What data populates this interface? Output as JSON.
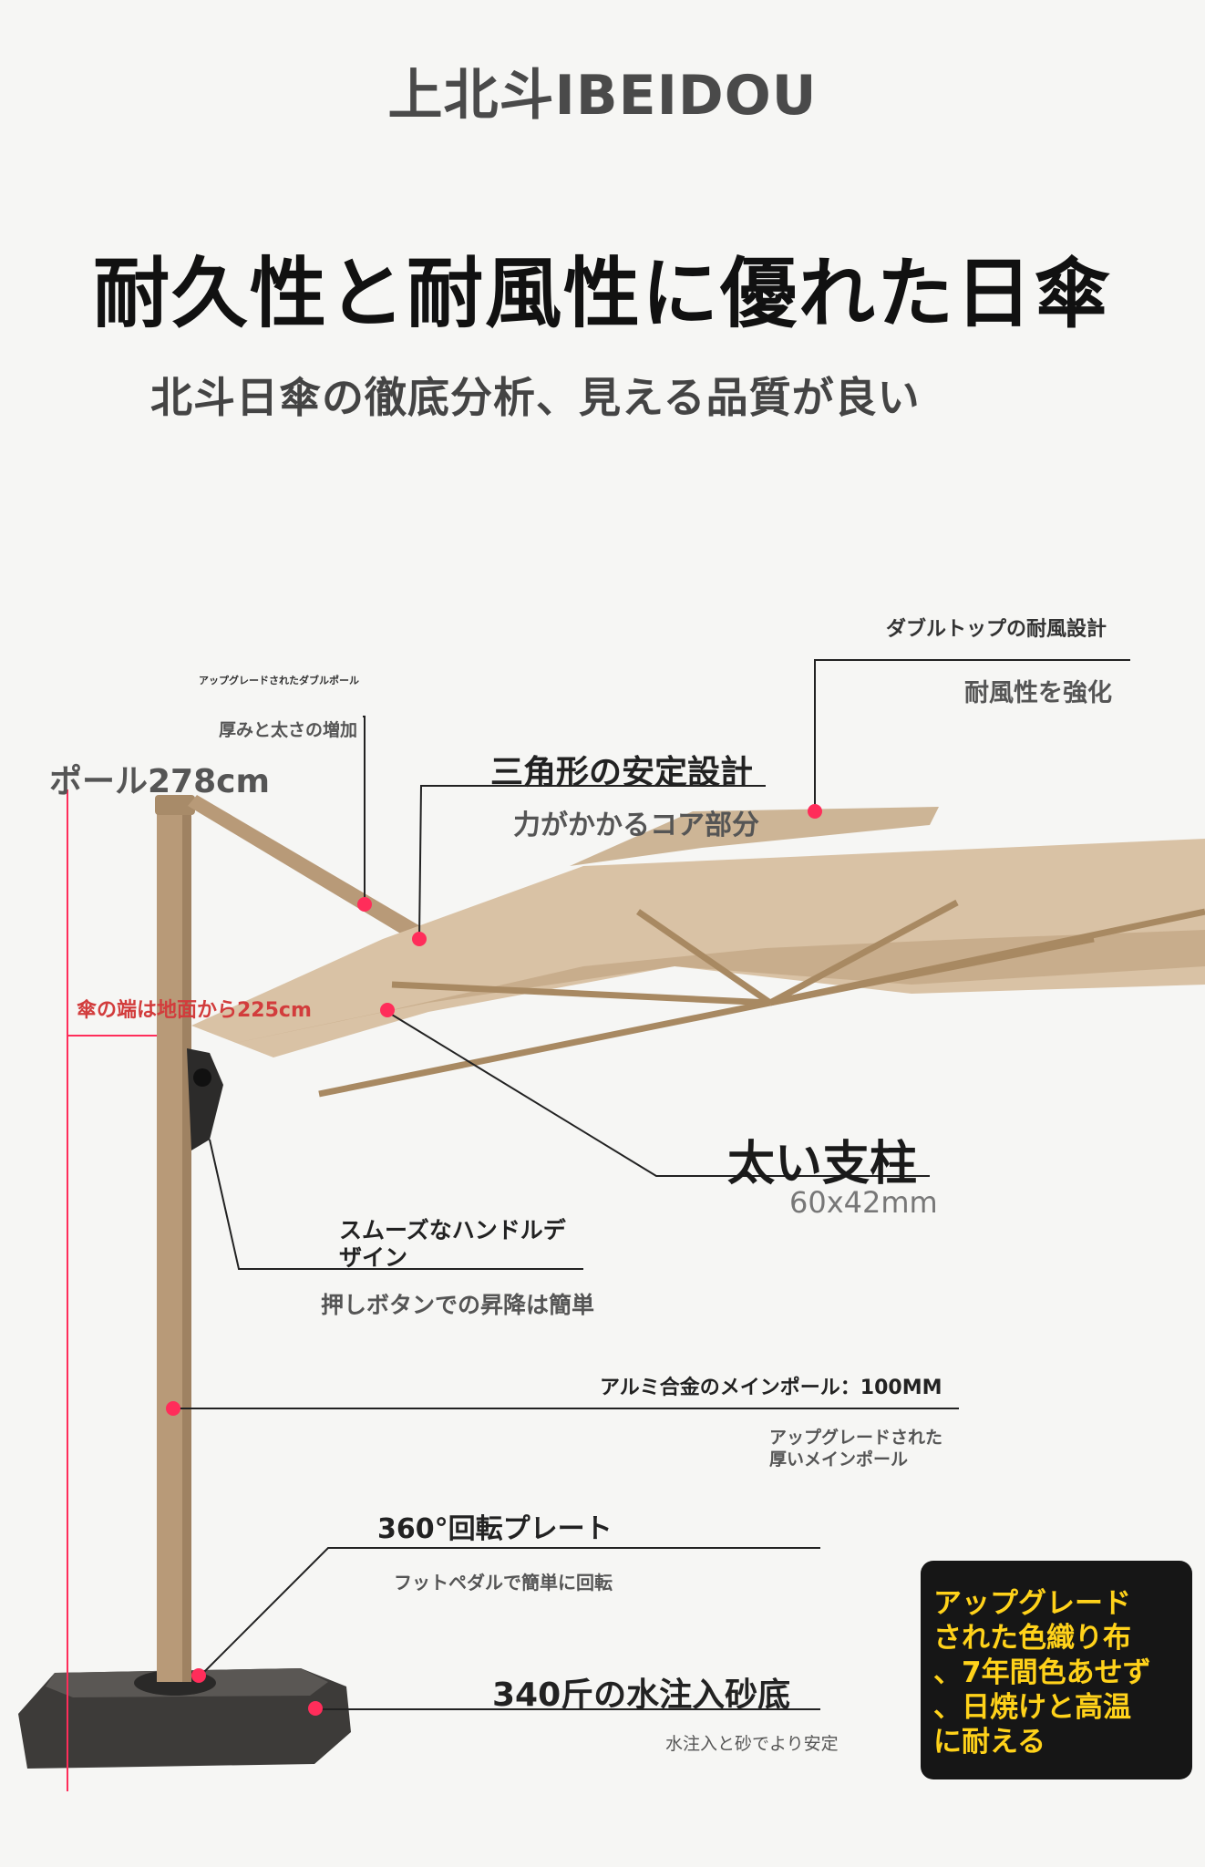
{
  "brand": "上北斗IBEIDOU",
  "headline": "耐久性と耐風性に優れた日傘",
  "subheadline": "北斗日傘の徹底分析、見える品質が良い",
  "callouts": {
    "double_top": {
      "title": "ダブルトップの耐風設計",
      "sub": "耐風性を強化"
    },
    "double_pole": {
      "title": "アップグレードされたダブルポール",
      "sub": "厚みと太さの増加"
    },
    "pole_height": {
      "title": "ポール278cm"
    },
    "triangle": {
      "title": "三角形の安定設計",
      "sub": "力がかかるコア部分"
    },
    "edge_height": {
      "title": "傘の端は地面から225cm"
    },
    "thick_pillar": {
      "title": "太い支柱",
      "sub": "60x42mm"
    },
    "handle": {
      "title_line1": "スムーズなハンドルデ",
      "title_line2": "ザイン",
      "sub": "押しボタンでの昇降は簡単"
    },
    "main_pole": {
      "title": "アルミ合金のメインポール：100MM",
      "sub_line1": "アップグレードされた",
      "sub_line2": "厚いメインポール"
    },
    "rotation": {
      "title": "360°回転プレート",
      "sub": "フットペダルで簡単に回転"
    },
    "base": {
      "title": "340斤の水注入砂底",
      "sub": "水注入と砂でより安定"
    }
  },
  "badge": {
    "lines": [
      "アップグレード",
      "された色織り布",
      "、7年間色あせず",
      "、日焼けと高温",
      "に耐える"
    ]
  },
  "colors": {
    "pole": "#b89a78",
    "canopy": "#d9c2a5",
    "accent_dot": "#ff2d5a",
    "badge_text": "#ffd21a",
    "badge_bg": "#161616"
  }
}
